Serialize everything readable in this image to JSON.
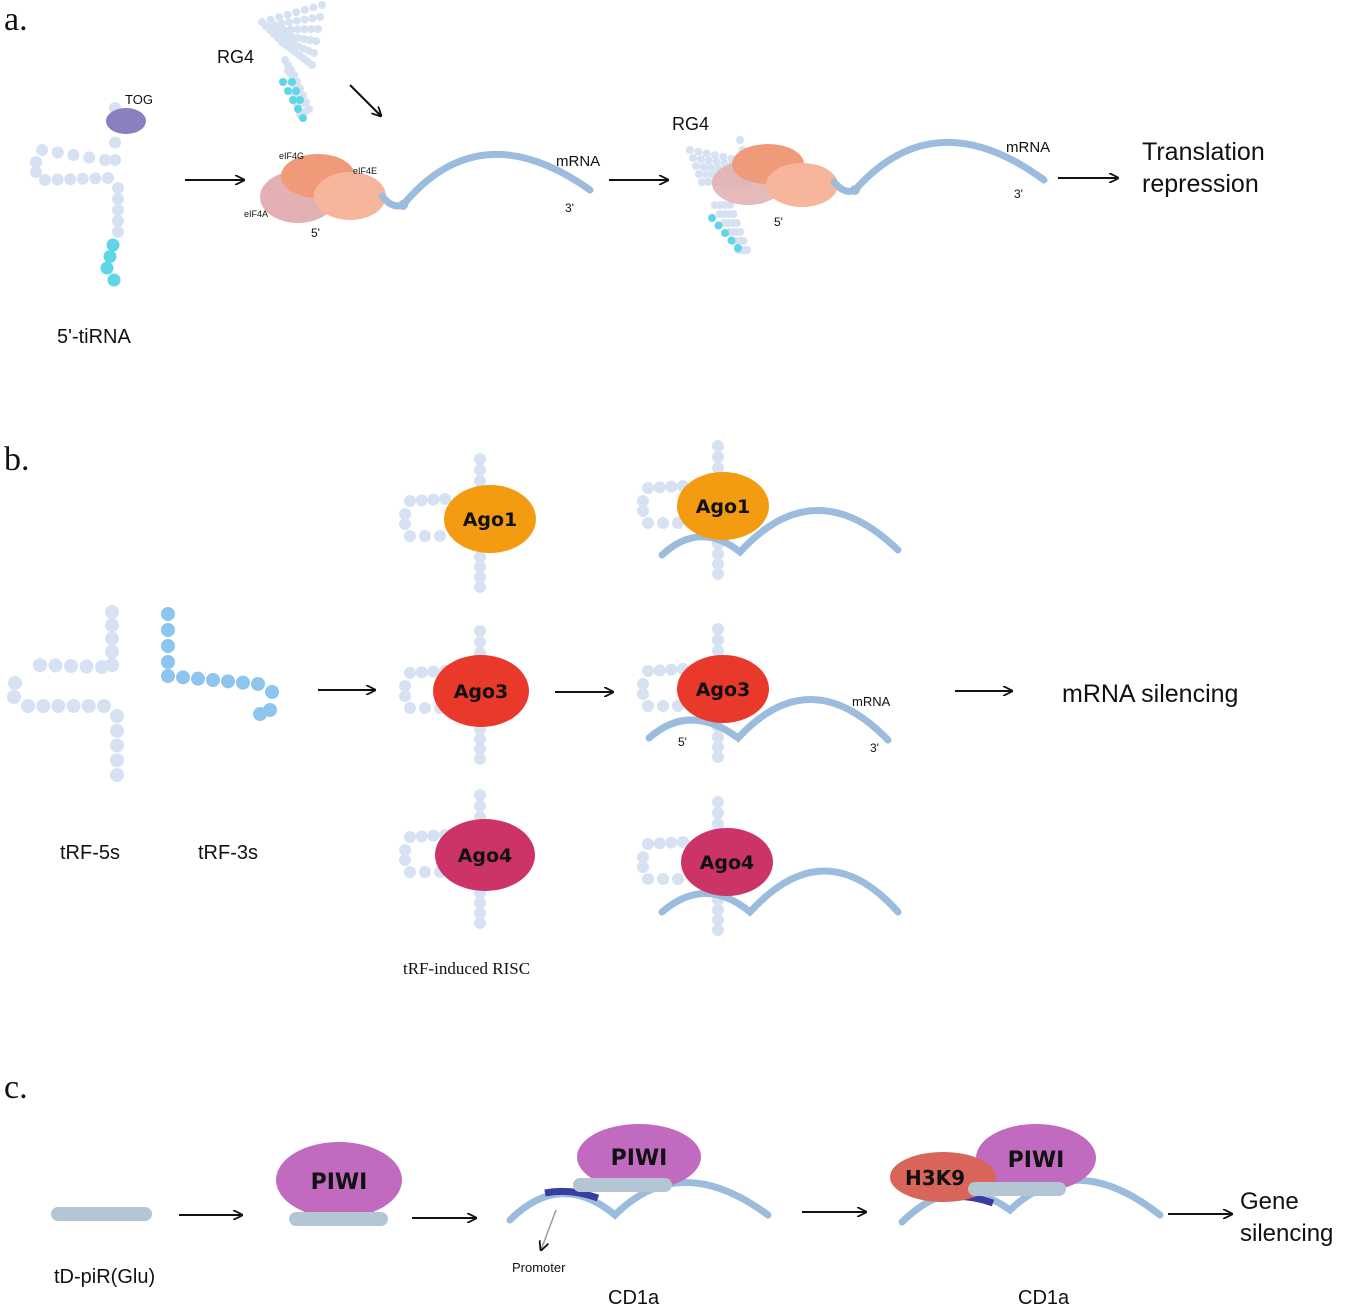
{
  "panels": {
    "a": {
      "letter": "a.",
      "trna_label": "5'-tiRNA",
      "tog_label": "TOG",
      "rg4_label_1": "RG4",
      "rg4_label_2": "RG4",
      "eif4g": "eIF4G",
      "eif4e": "eIF4E",
      "eif4a": "eIF4A",
      "five_prime_1": "5'",
      "three_prime_1": "3'",
      "mrna_1": "mRNA",
      "five_prime_2": "5'",
      "three_prime_2": "3'",
      "mrna_2": "mRNA",
      "outcome_line1": "Translation",
      "outcome_line2": "repression"
    },
    "b": {
      "letter": "b.",
      "trf5_label": "tRF-5s",
      "trf3_label": "tRF-3s",
      "ago1": "Ago1",
      "ago3": "Ago3",
      "ago4": "Ago4",
      "risc_label": "tRF-induced RISC",
      "mrna": "mRNA",
      "five_prime": "5'",
      "three_prime": "3'",
      "outcome": "mRNA silencing"
    },
    "c": {
      "letter": "c.",
      "piR_label": "tD-piR(Glu)",
      "piwi": "PIWI",
      "h3k9": "H3K9",
      "promoter": "Promoter",
      "gene_1": "CD1a",
      "gene_2": "CD1a",
      "outcome_line1": "Gene",
      "outcome_line2": "silencing"
    }
  },
  "colors": {
    "strand": "#9bbcdd",
    "bead": "#d6e2f1",
    "bead_cyan": "#5fd6e8",
    "tog": "#8a7fbf",
    "eif4g": "#ef9a78",
    "eif4e": "#f7b69b",
    "eif4a": "#e3b1b3",
    "ago1": "#f39c12",
    "ago3": "#e8392a",
    "ago4": "#cc3366",
    "piwi": "#c06bbf",
    "h3k9": "#d9655a",
    "promoter": "#3a3da0",
    "piR_bar": "#b4c6d4"
  }
}
